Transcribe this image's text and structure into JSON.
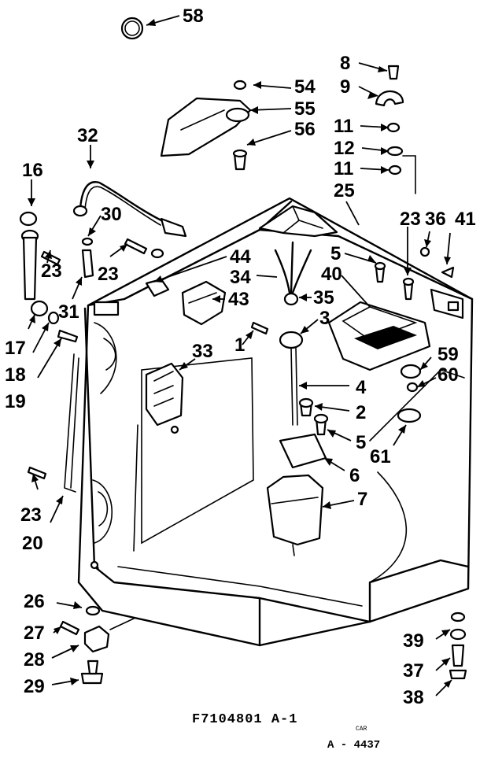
{
  "figure": {
    "code": "F7104801 A-1",
    "small_text": "CAR",
    "sheet": "A - 4437"
  },
  "callouts": [
    {
      "id": "c58",
      "text": "58"
    },
    {
      "id": "c8",
      "text": "8"
    },
    {
      "id": "c9",
      "text": "9"
    },
    {
      "id": "c54",
      "text": "54"
    },
    {
      "id": "c55",
      "text": "55"
    },
    {
      "id": "c56",
      "text": "56"
    },
    {
      "id": "c11a",
      "text": "11"
    },
    {
      "id": "c12",
      "text": "12"
    },
    {
      "id": "c11b",
      "text": "11"
    },
    {
      "id": "c32",
      "text": "32"
    },
    {
      "id": "c25",
      "text": "25"
    },
    {
      "id": "c16",
      "text": "16"
    },
    {
      "id": "c30",
      "text": "30"
    },
    {
      "id": "c23a",
      "text": "23"
    },
    {
      "id": "c36",
      "text": "36"
    },
    {
      "id": "c41",
      "text": "41"
    },
    {
      "id": "c44",
      "text": "44"
    },
    {
      "id": "c5a",
      "text": "5"
    },
    {
      "id": "c40",
      "text": "40"
    },
    {
      "id": "c23b",
      "text": "23"
    },
    {
      "id": "c23c",
      "text": "23"
    },
    {
      "id": "c34",
      "text": "34"
    },
    {
      "id": "c35",
      "text": "35"
    },
    {
      "id": "c43",
      "text": "43"
    },
    {
      "id": "c31",
      "text": "31"
    },
    {
      "id": "c3",
      "text": "3"
    },
    {
      "id": "c1",
      "text": "1"
    },
    {
      "id": "c17",
      "text": "17"
    },
    {
      "id": "c18",
      "text": "18"
    },
    {
      "id": "c19",
      "text": "19"
    },
    {
      "id": "c33",
      "text": "33"
    },
    {
      "id": "c59",
      "text": "59"
    },
    {
      "id": "c60",
      "text": "60"
    },
    {
      "id": "c4",
      "text": "4"
    },
    {
      "id": "c2",
      "text": "2"
    },
    {
      "id": "c5b",
      "text": "5"
    },
    {
      "id": "c61",
      "text": "61"
    },
    {
      "id": "c6",
      "text": "6"
    },
    {
      "id": "c23d",
      "text": "23"
    },
    {
      "id": "c7",
      "text": "7"
    },
    {
      "id": "c20",
      "text": "20"
    },
    {
      "id": "c26",
      "text": "26"
    },
    {
      "id": "c27",
      "text": "27"
    },
    {
      "id": "c28",
      "text": "28"
    },
    {
      "id": "c29",
      "text": "29"
    },
    {
      "id": "c39",
      "text": "39"
    },
    {
      "id": "c37",
      "text": "37"
    },
    {
      "id": "c38",
      "text": "38"
    }
  ]
}
